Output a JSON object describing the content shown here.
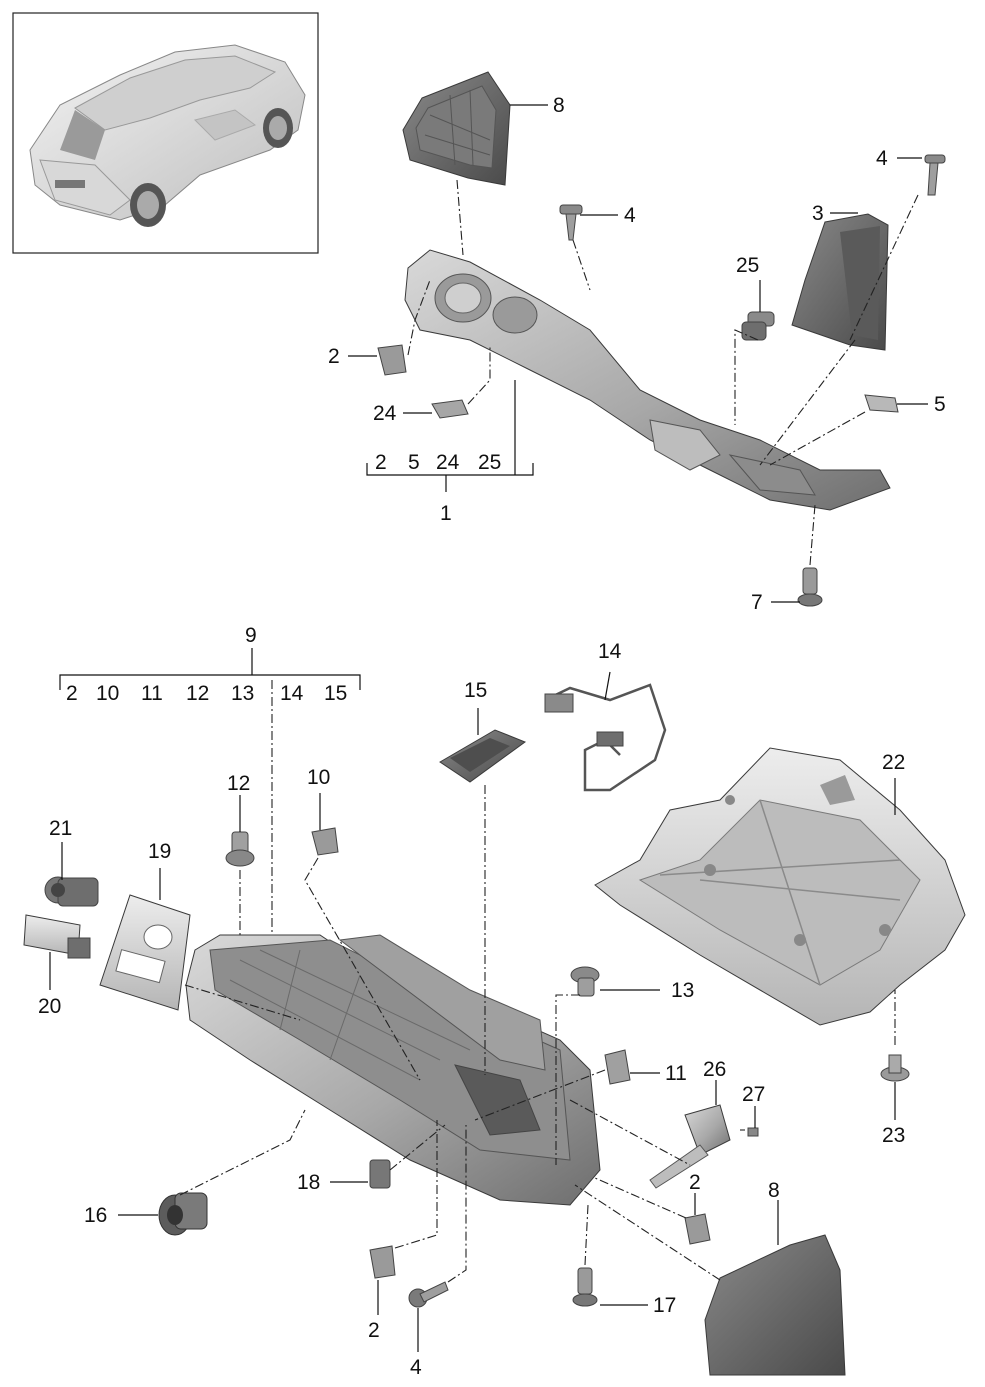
{
  "callouts": {
    "c1": "1",
    "c2a": "2",
    "c2b": "2",
    "c2c": "2",
    "c3": "3",
    "c4a": "4",
    "c4b": "4",
    "c4c": "4",
    "c5": "5",
    "c7": "7",
    "c8a": "8",
    "c8b": "8",
    "c9": "9",
    "c10": "10",
    "c11": "11",
    "c12": "12",
    "c13": "13",
    "c14": "14",
    "c15": "15",
    "c16": "16",
    "c17": "17",
    "c18": "18",
    "c19": "19",
    "c20": "20",
    "c21": "21",
    "c22": "22",
    "c23": "23",
    "c24": "24",
    "c25": "25",
    "c26": "26",
    "c27": "27"
  },
  "group1": {
    "label": "1",
    "members": [
      "2",
      "5",
      "24",
      "25"
    ]
  },
  "group9": {
    "label": "9",
    "members": [
      "2",
      "10",
      "11",
      "12",
      "13",
      "14",
      "15"
    ]
  }
}
